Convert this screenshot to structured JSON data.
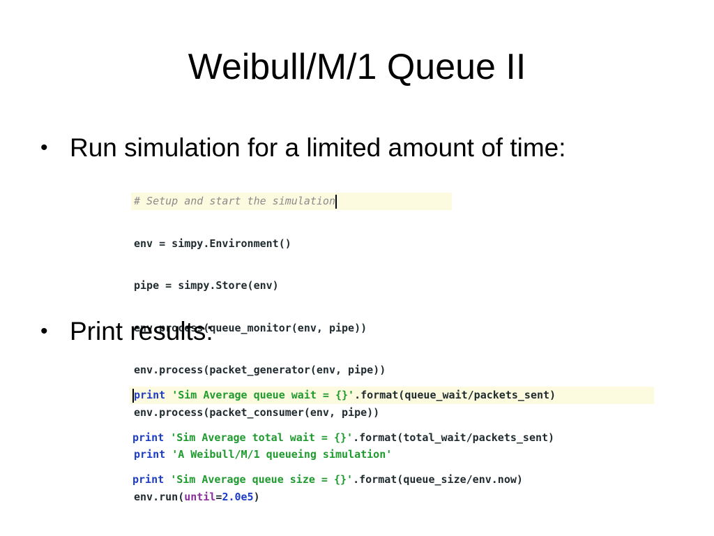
{
  "slide": {
    "title": "Weibull/M/1 Queue II"
  },
  "bullets": [
    {
      "marker": "•",
      "text": "Run simulation for a limited amount of time:"
    },
    {
      "marker": "•",
      "text": "Print results:"
    }
  ],
  "code_block_1": {
    "comment": "# Setup and start the simulation",
    "line2": "env = simpy.Environment()",
    "line3": "pipe = simpy.Store(env)",
    "line4": "env.process(queue_monitor(env, pipe))",
    "line5": "env.process(packet_generator(env, pipe))",
    "line6": "env.process(packet_consumer(env, pipe))",
    "line7_keyword": "print",
    "line7_string": "'A Weibull/M/1 queueing simulation'",
    "line8_prefix": "env.run(",
    "line8_param": "until",
    "line8_equals": "=",
    "line8_value": "2.0e5",
    "line8_suffix": ")"
  },
  "code_block_2": {
    "lines": [
      {
        "keyword": "print",
        "string": "'Sim Average queue wait = {}'",
        "rest": ".format(queue_wait/packets_sent)"
      },
      {
        "keyword": "print",
        "string": "'Sim Average total wait = {}'",
        "rest": ".format(total_wait/packets_sent)"
      },
      {
        "keyword": "print",
        "string": "'Sim Average queue size = {}'",
        "rest": ".format(queue_size/env.now)"
      }
    ]
  },
  "colors": {
    "keyword": "#1c3cc4",
    "string": "#1e9a2e",
    "comment": "#8a8a8a",
    "param": "#8b2f9e",
    "highlight": "#fdfbdf"
  }
}
